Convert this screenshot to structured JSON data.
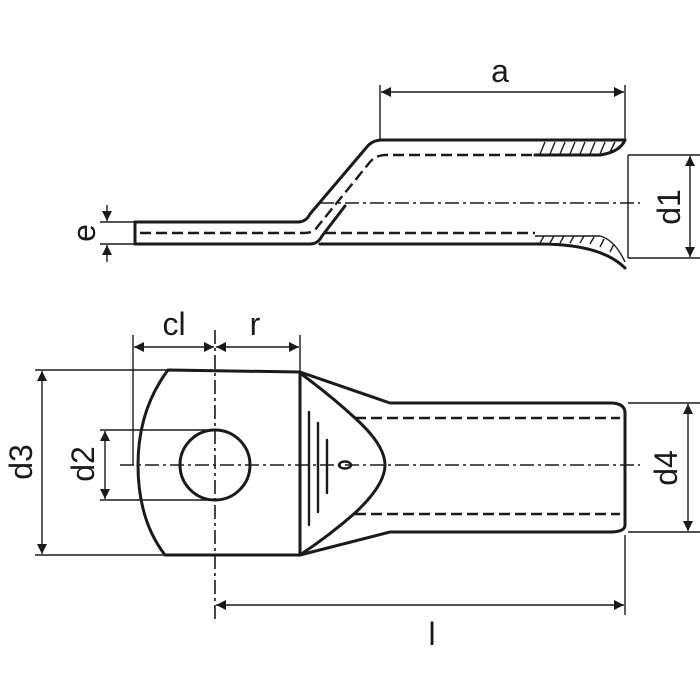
{
  "labels": {
    "a": "a",
    "d1": "d1",
    "e": "e",
    "cl": "cl",
    "r": "r",
    "d2": "d2",
    "d3": "d3",
    "d4": "d4",
    "l": "l"
  },
  "colors": {
    "line": "#1a1a1a",
    "background": "#ffffff"
  }
}
